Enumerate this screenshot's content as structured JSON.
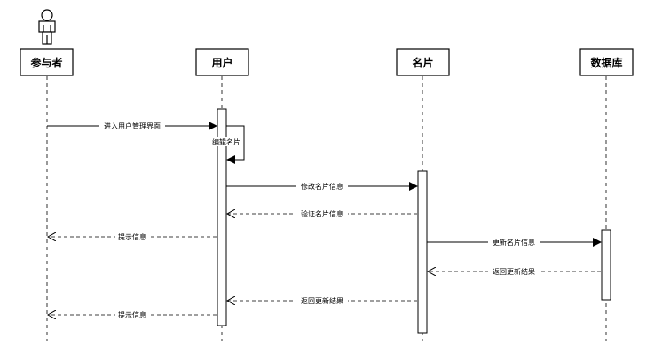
{
  "participants": [
    {
      "id": "actor",
      "label": "参与者",
      "is_actor": true
    },
    {
      "id": "user",
      "label": "用户"
    },
    {
      "id": "card",
      "label": "名片"
    },
    {
      "id": "db",
      "label": "数据库"
    }
  ],
  "messages": [
    {
      "from": "actor",
      "to": "user",
      "label": "进入用户管理界面",
      "style": "solid"
    },
    {
      "from": "user",
      "to": "user",
      "label": "编辑名片",
      "style": "self"
    },
    {
      "from": "user",
      "to": "card",
      "label": "修改名片信息",
      "style": "solid"
    },
    {
      "from": "card",
      "to": "user",
      "label": "验证名片信息",
      "style": "dashed"
    },
    {
      "from": "user",
      "to": "actor",
      "label": "提示信息",
      "style": "dashed"
    },
    {
      "from": "card",
      "to": "db",
      "label": "更新名片信息",
      "style": "solid"
    },
    {
      "from": "db",
      "to": "card",
      "label": "返回更新结果",
      "style": "dashed"
    },
    {
      "from": "card",
      "to": "user",
      "label": "返回更新结果",
      "style": "dashed"
    },
    {
      "from": "user",
      "to": "actor",
      "label": "提示信息",
      "style": "dashed"
    }
  ]
}
